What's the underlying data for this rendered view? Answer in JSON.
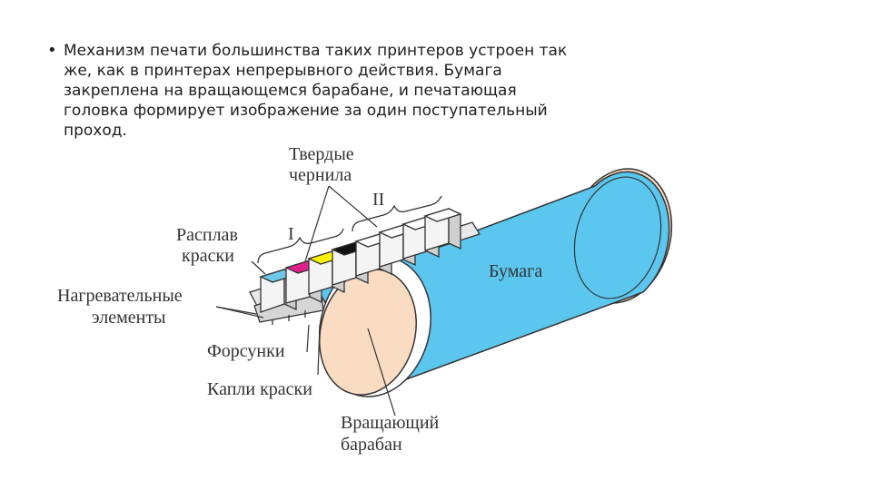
{
  "slide": {
    "bullet_lines": [
      "Механизм печати большинства таких принтеров устроен так",
      "же, как в принтерах непрерывного действия. Бумага",
      "закреплена на вращающемся барабане, и печатающая",
      "головка формирует изображение за один поступательный",
      "проход."
    ]
  },
  "diagram": {
    "labels": {
      "solid_ink_1": "Твердые",
      "solid_ink_2": "чернила",
      "numeral_1": "I",
      "numeral_2": "II",
      "melt_1": "Расплав",
      "melt_2": "краски",
      "heaters_1": "Нагревательные",
      "heaters_2": "элементы",
      "nozzles": "Форсунки",
      "drops": "Капли краски",
      "paper": "Бумага",
      "drum_1": "Вращающий",
      "drum_2": "барабан"
    },
    "colors": {
      "paper": "#5bc6ee",
      "drum_end": "#f9dcc2",
      "cyan": "#6fc8ec",
      "magenta": "#e0218a",
      "yellow": "#fff200",
      "black": "#111111",
      "outline": "#333333"
    }
  }
}
